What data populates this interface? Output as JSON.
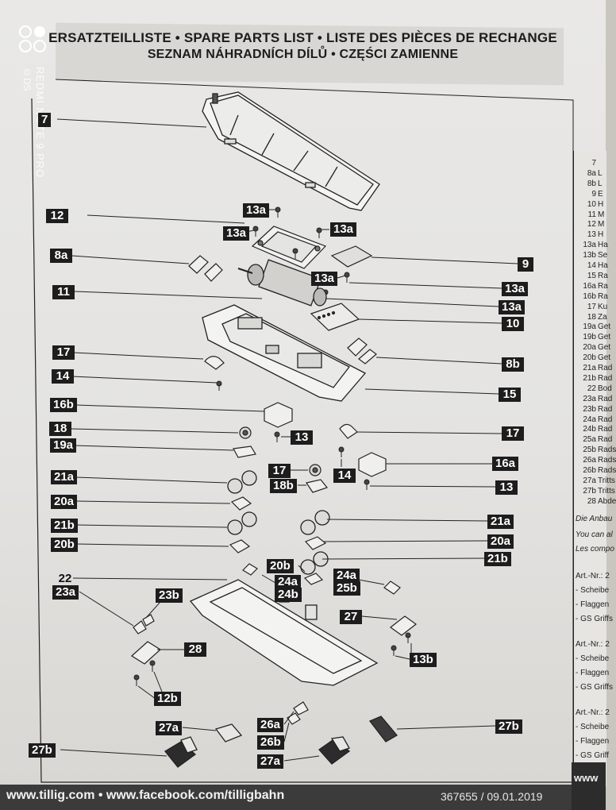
{
  "header": {
    "line1": "ERSATZTEILLISTE • SPARE PARTS LIST • LISTE DES PIÈCES DE RECHANGE",
    "line2": "SEZNAM NÁHRADNÍCH DÍLŮ • CZĘŚCI ZAMIENNE"
  },
  "watermark": {
    "line1": "REDMI NOTE 9 PRO",
    "line2": "©DS"
  },
  "labels": [
    {
      "id": "l7",
      "text": "7"
    },
    {
      "id": "l13a_top",
      "text": "13a"
    },
    {
      "id": "l12",
      "text": "12"
    },
    {
      "id": "l13a_l",
      "text": "13a"
    },
    {
      "id": "l13a_r",
      "text": "13a"
    },
    {
      "id": "l8a",
      "text": "8a"
    },
    {
      "id": "l9",
      "text": "9"
    },
    {
      "id": "l13a_c",
      "text": "13a"
    },
    {
      "id": "l13a_r2",
      "text": "13a"
    },
    {
      "id": "l11",
      "text": "11"
    },
    {
      "id": "l13a_r3",
      "text": "13a"
    },
    {
      "id": "l10",
      "text": "10"
    },
    {
      "id": "l17a",
      "text": "17"
    },
    {
      "id": "l8b",
      "text": "8b"
    },
    {
      "id": "l14a",
      "text": "14"
    },
    {
      "id": "l15",
      "text": "15"
    },
    {
      "id": "l16b",
      "text": "16b"
    },
    {
      "id": "l18",
      "text": "18"
    },
    {
      "id": "l13b",
      "text": "13"
    },
    {
      "id": "l17b",
      "text": "17"
    },
    {
      "id": "l19a",
      "text": "19a"
    },
    {
      "id": "l16a",
      "text": "16a"
    },
    {
      "id": "l17c",
      "text": "17"
    },
    {
      "id": "l14b",
      "text": "14"
    },
    {
      "id": "l21a",
      "text": "21a"
    },
    {
      "id": "l18b",
      "text": "18b"
    },
    {
      "id": "l13c",
      "text": "13"
    },
    {
      "id": "l20a",
      "text": "20a"
    },
    {
      "id": "l21a_r",
      "text": "21a"
    },
    {
      "id": "l21b",
      "text": "21b"
    },
    {
      "id": "l20a_r",
      "text": "20a"
    },
    {
      "id": "l20b",
      "text": "20b"
    },
    {
      "id": "l21b_r",
      "text": "21b"
    },
    {
      "id": "l20b_c",
      "text": "20b"
    },
    {
      "id": "l22",
      "text": "22"
    },
    {
      "id": "l24a_c",
      "text": "24a"
    },
    {
      "id": "l24a_r",
      "text": "24a"
    },
    {
      "id": "l23a",
      "text": "23a"
    },
    {
      "id": "l23b",
      "text": "23b"
    },
    {
      "id": "l24b",
      "text": "24b"
    },
    {
      "id": "l25b",
      "text": "25b"
    },
    {
      "id": "l27",
      "text": "27"
    },
    {
      "id": "l28",
      "text": "28"
    },
    {
      "id": "l13b_r",
      "text": "13b"
    },
    {
      "id": "l12b",
      "text": "12b"
    },
    {
      "id": "l26a",
      "text": "26a"
    },
    {
      "id": "l27a",
      "text": "27a"
    },
    {
      "id": "l27b_r",
      "text": "27b"
    },
    {
      "id": "l26b",
      "text": "26b"
    },
    {
      "id": "l27b_l",
      "text": "27b"
    },
    {
      "id": "l27a_b",
      "text": "27a"
    }
  ],
  "partlist": {
    "rows": [
      [
        "7",
        ""
      ],
      [
        "8a",
        "L"
      ],
      [
        "8b",
        "L"
      ],
      [
        "9",
        "E"
      ],
      [
        "10",
        "H"
      ],
      [
        "11",
        "M"
      ],
      [
        "12",
        "M"
      ],
      [
        "13",
        "H"
      ],
      [
        "13a",
        "Ha"
      ],
      [
        "13b",
        "Se"
      ],
      [
        "14",
        "Ha"
      ],
      [
        "15",
        "Ra"
      ],
      [
        "16a",
        "Ra"
      ],
      [
        "16b",
        "Ra"
      ],
      [
        "17",
        "Ku"
      ],
      [
        "18",
        "Za"
      ],
      [
        "19a",
        "Get"
      ],
      [
        "19b",
        "Get"
      ],
      [
        "20a",
        "Get"
      ],
      [
        "20b",
        "Get"
      ],
      [
        "21a",
        "Rad"
      ],
      [
        "21b",
        "Rad"
      ],
      [
        "22",
        "Bod"
      ],
      [
        "23a",
        "Rad"
      ],
      [
        "23b",
        "Rad"
      ],
      [
        "24a",
        "Rad"
      ],
      [
        "24b",
        "Rad"
      ],
      [
        "25a",
        "Rad"
      ],
      [
        "25b",
        "Rads"
      ],
      [
        "26a",
        "Rads"
      ],
      [
        "26b",
        "Rads"
      ],
      [
        "27a",
        "Tritts"
      ],
      [
        "27b",
        "Tritts"
      ],
      [
        "28",
        "Abde"
      ]
    ],
    "notes": [
      "Die Anbau",
      "You can al",
      "Les compo"
    ],
    "art1": "Art.-Nr.: 2",
    "art1_items": [
      "- Scheibe",
      "- Flaggen",
      "- GS Griffs"
    ],
    "art2": "Art.-Nr.: 2",
    "art2_items": [
      "- Scheibe",
      "- Flaggen",
      "- GS Griffs"
    ],
    "art3": "Art.-Nr.: 2",
    "art3_items": [
      "- Scheibe",
      "- Flaggen",
      "- GS Griff"
    ],
    "footer_right": "www"
  },
  "footer": {
    "urls": "www.tillig.com • www.facebook.com/tilligbahn",
    "doc": "367655 / 09.01.2019"
  }
}
